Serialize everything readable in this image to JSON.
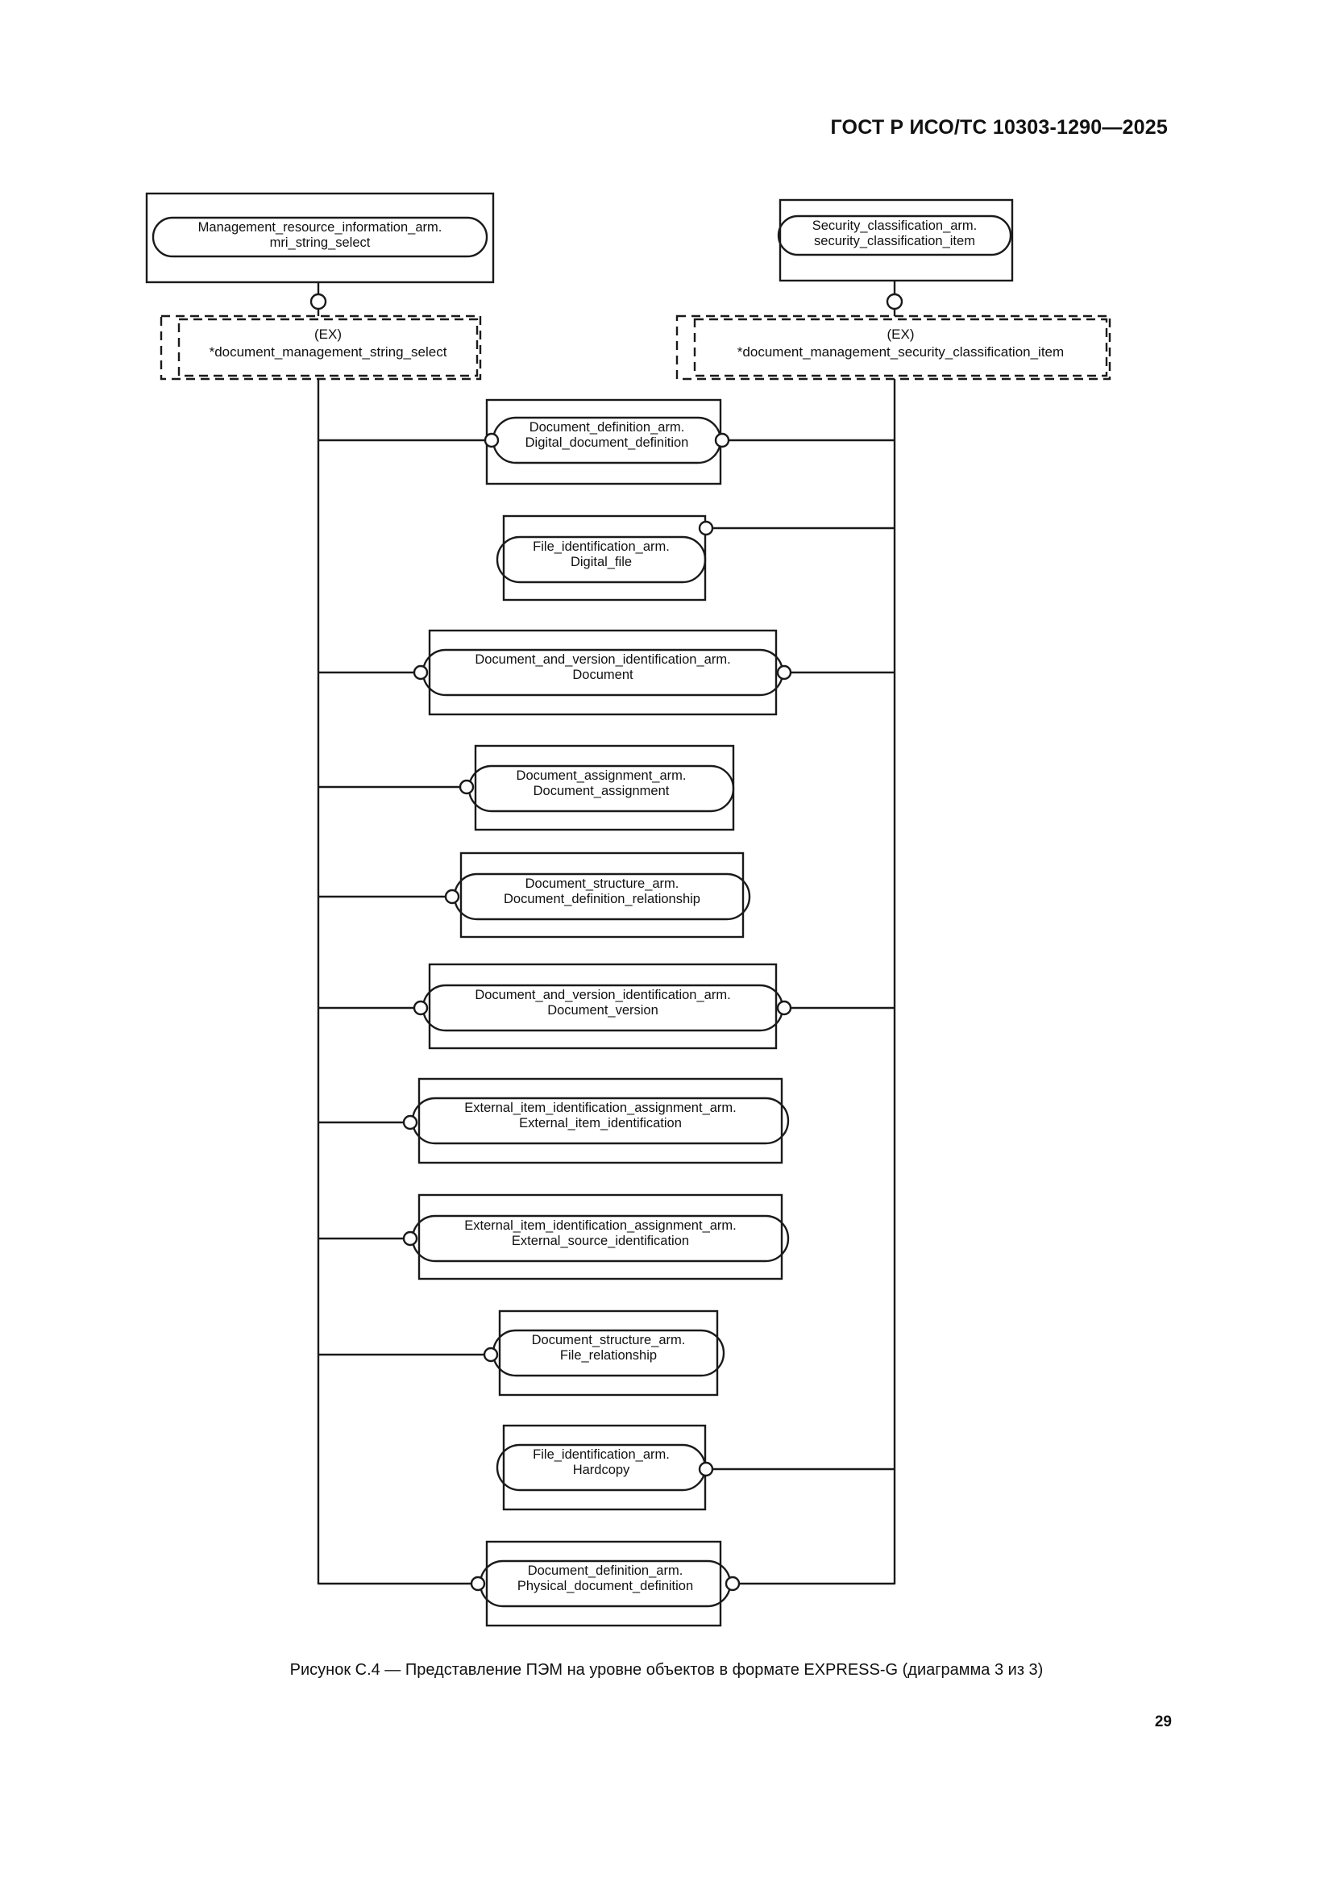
{
  "header": {
    "standard_code": "ГОСТ Р ИСО/ТС 10303-1290—2025"
  },
  "caption": {
    "text": "Рисунок С.4 — Представление ПЭМ на уровне объектов в формате EXPRESS-G (диаграмма 3 из 3)"
  },
  "page_number": "29",
  "diagram": {
    "type": "EXPRESS-G",
    "top_nodes": [
      {
        "id": "mri-string-select",
        "line1": "Management_resource_information_arm.",
        "line2": "mri_string_select"
      },
      {
        "id": "security-classification-item",
        "line1": "Security_classification_arm.",
        "line2": "security_classification_item"
      }
    ],
    "ex_nodes": [
      {
        "id": "ex-string-select",
        "line1": "(EX)",
        "line2": "*document_management_string_select"
      },
      {
        "id": "ex-security-classification-item",
        "line1": "(EX)",
        "line2": "*document_management_security_classification_item"
      }
    ],
    "entities": [
      {
        "id": "digital-document-definition",
        "line1": "Document_definition_arm.",
        "line2": "Digital_document_definition",
        "left_connector": true,
        "right_connector": true
      },
      {
        "id": "digital-file",
        "line1": "File_identification_arm.",
        "line2": "Digital_file",
        "left_connector": false,
        "right_connector": true
      },
      {
        "id": "document",
        "line1": "Document_and_version_identification_arm.",
        "line2": "Document",
        "left_connector": true,
        "right_connector": true
      },
      {
        "id": "document-assignment",
        "line1": "Document_assignment_arm.",
        "line2": "Document_assignment",
        "left_connector": true,
        "right_connector": false
      },
      {
        "id": "document-definition-relationship",
        "line1": "Document_structure_arm.",
        "line2": "Document_definition_relationship",
        "left_connector": true,
        "right_connector": false
      },
      {
        "id": "document-version",
        "line1": "Document_and_version_identification_arm.",
        "line2": "Document_version",
        "left_connector": true,
        "right_connector": true
      },
      {
        "id": "external-item-identification",
        "line1": "External_item_identification_assignment_arm.",
        "line2": "External_item_identification",
        "left_connector": true,
        "right_connector": false
      },
      {
        "id": "external-source-identification",
        "line1": "External_item_identification_assignment_arm.",
        "line2": "External_source_identification",
        "left_connector": true,
        "right_connector": false
      },
      {
        "id": "file-relationship",
        "line1": "Document_structure_arm.",
        "line2": "File_relationship",
        "left_connector": true,
        "right_connector": false
      },
      {
        "id": "hardcopy",
        "line1": "File_identification_arm.",
        "line2": "Hardcopy",
        "left_connector": false,
        "right_connector": true
      },
      {
        "id": "physical-document-definition",
        "line1": "Document_definition_arm.",
        "line2": "Physical_document_definition",
        "left_connector": true,
        "right_connector": true
      }
    ]
  }
}
